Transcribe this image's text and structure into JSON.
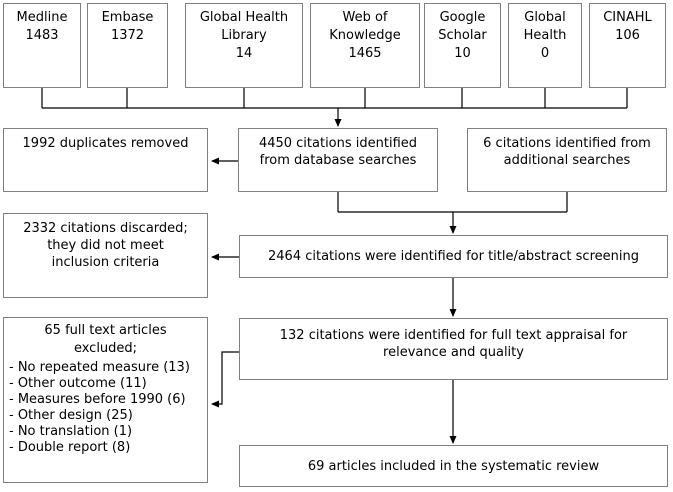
{
  "diagram": {
    "sources": [
      {
        "label": "Medline",
        "count": "1483"
      },
      {
        "label": "Embase",
        "count": "1372"
      },
      {
        "label": "Global Health Library",
        "count": "14"
      },
      {
        "label": "Web of Knowledge",
        "count": "1465"
      },
      {
        "label": "Google Scholar",
        "count": "10"
      },
      {
        "label": "Global Health",
        "count": "0"
      },
      {
        "label": "CINAHL",
        "count": "106"
      }
    ],
    "duplicates_removed": "1992 duplicates removed",
    "database_citations": {
      "line1": "4450 citations identified",
      "line2": "from database searches"
    },
    "additional_citations": {
      "line1": "6 citations identified from",
      "line2": "additional searches"
    },
    "discarded": {
      "line1": "2332 citations discarded;",
      "line2": "they did not meet",
      "line3": "inclusion criteria"
    },
    "title_abstract_screening": "2464 citations were identified for title/abstract screening",
    "full_text_appraisal": {
      "line1": "132 citations were identified for full text appraisal for",
      "line2": "relevance and quality"
    },
    "excluded": {
      "title_line1": "65 full text articles",
      "title_line2": "excluded;",
      "reasons": [
        "- No repeated measure (13)",
        "- Other outcome (11)",
        "- Measures before 1990 (6)",
        "- Other design (25)",
        "- No translation (1)",
        "- Double report (8)"
      ]
    },
    "included": "69 articles included in the systematic review",
    "colors": {
      "box_border": "#808080",
      "connector_line": "#000000",
      "text": "#000000",
      "background": "#ffffff"
    }
  }
}
